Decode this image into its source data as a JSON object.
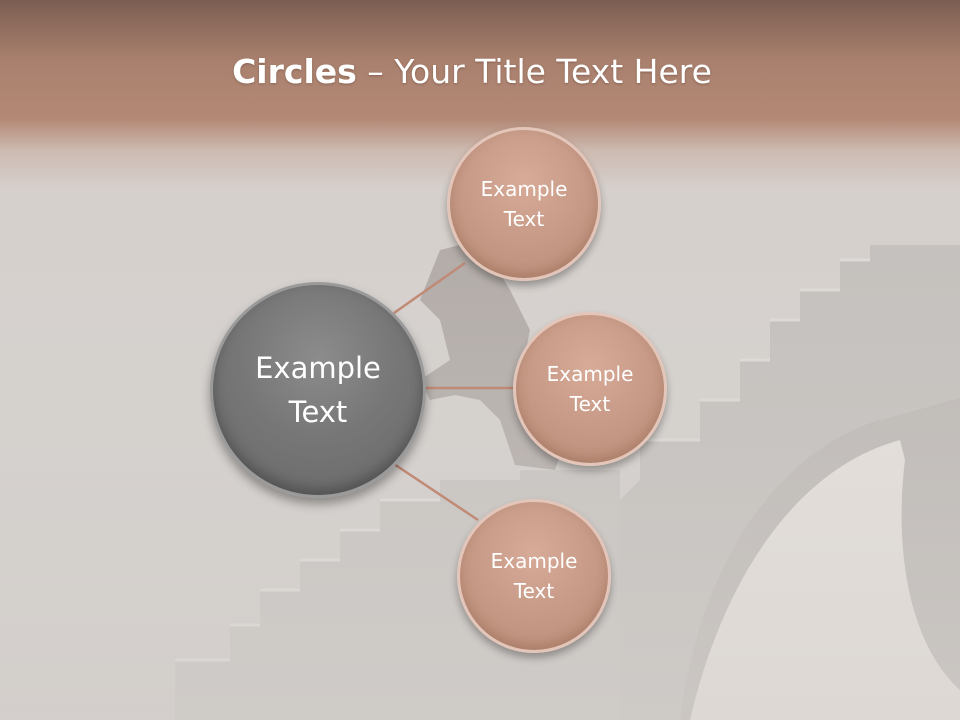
{
  "title": {
    "bold": "Circles",
    "rest": " – Your Title Text Here"
  },
  "diagram": {
    "center": {
      "line1": "Example",
      "line2": "Text"
    },
    "nodes": [
      {
        "line1": "Example",
        "line2": "Text"
      },
      {
        "line1": "Example",
        "line2": "Text"
      },
      {
        "line1": "Example",
        "line2": "Text"
      }
    ]
  },
  "colors": {
    "header": "#a9806d",
    "node_fill": "#c69a86",
    "center_fill": "#777777",
    "connector": "#c08a76"
  }
}
